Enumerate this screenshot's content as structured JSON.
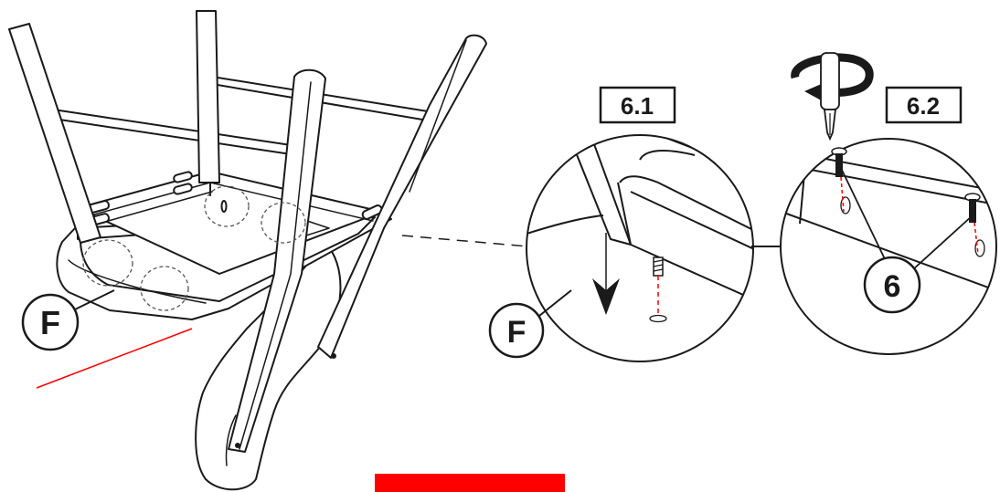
{
  "steps": {
    "step1": "6.1",
    "step2": "6.2"
  },
  "parts": {
    "seat_main": "F",
    "seat_detail": "F",
    "screw": "6"
  },
  "icons": {
    "rotate": "rotate-clockwise-icon",
    "down": "down-arrow-icon"
  },
  "colors": {
    "line": "#1a1a1a",
    "accent": "#ff0000"
  }
}
